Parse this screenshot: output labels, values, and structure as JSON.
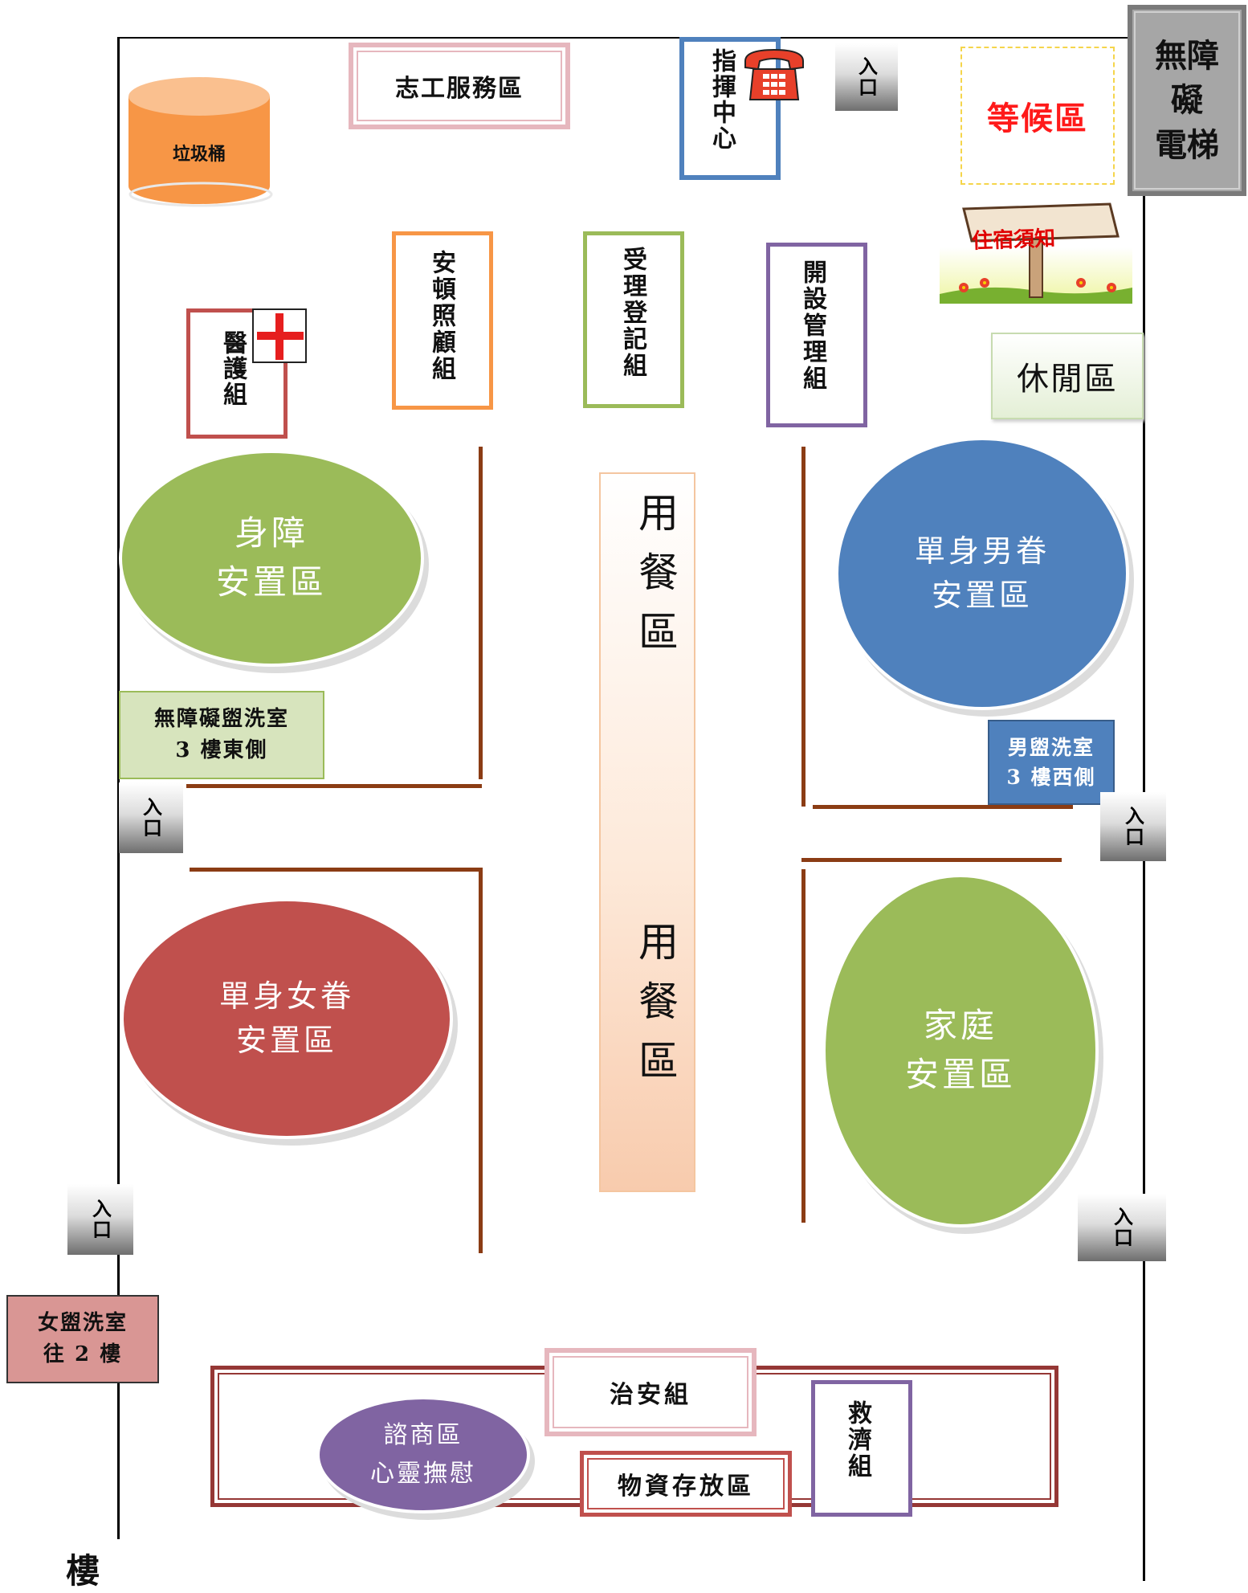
{
  "labels": {
    "volunteer": "志工服務區",
    "trash": "垃圾桶",
    "command": "指揮中心",
    "entrance": "入口",
    "elevator": "無障\n礙\n電梯",
    "waiting": "等候區",
    "notice": "住宿須知",
    "medical": "醫護組",
    "settle_care": "安頓照顧組",
    "registration": "受理登記組",
    "setup_mgmt": "開設管理組",
    "leisure": "休閒區",
    "dining": "用餐區",
    "disabled_area": "身障\n安置區",
    "single_male_area": "單身男眷\n安置區",
    "accessible_wc": "無障礙盥洗室\n3 樓東側",
    "male_wc": "男盥洗室\n3 樓西側",
    "single_female_area": "單身女眷\n安置區",
    "family_area": "家庭\n安置區",
    "female_wc": "女盥洗室\n往 2 樓",
    "security": "治安組",
    "counseling": "諮商區\n心靈撫慰",
    "relief": "救濟組",
    "supplies": "物資存放區",
    "stairs": "樓"
  },
  "icons": {
    "phone": "telephone-icon",
    "medical_cross": "red-cross-icon",
    "notice_sign": "signboard-icon",
    "trash": "trash-can-icon"
  },
  "colors": {
    "green_zone": "#9bbb59",
    "blue_zone": "#4f81bd",
    "red_zone": "#c0504d",
    "purple_zone": "#8064a2",
    "wall_brown": "#8b3c14",
    "orange": "#f79646"
  }
}
